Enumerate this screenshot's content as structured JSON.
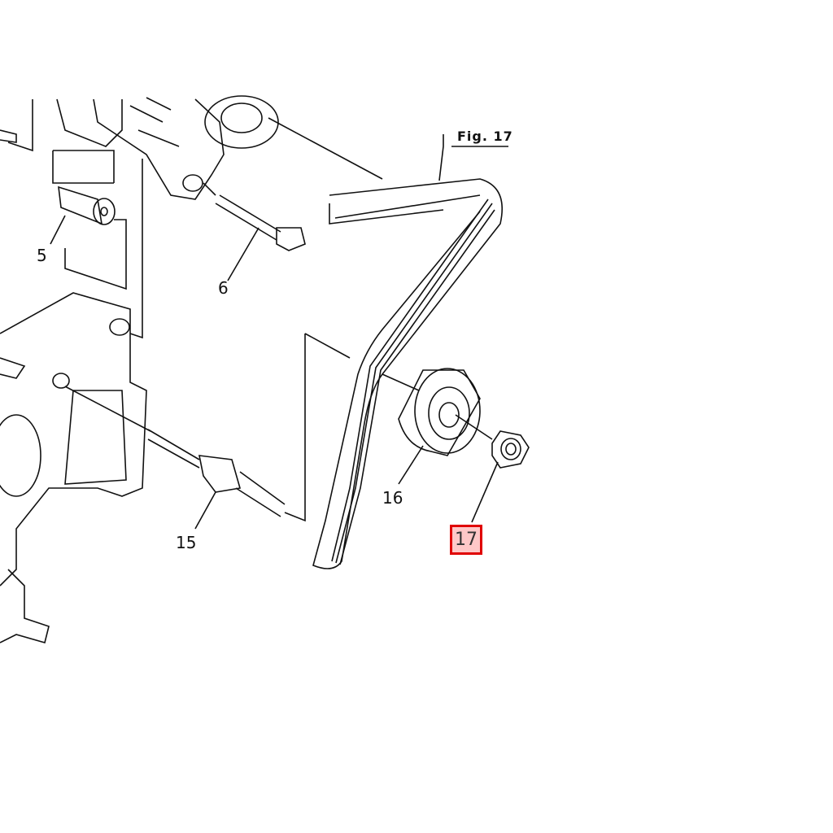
{
  "figure_label": "Fig. 17",
  "callouts": [
    {
      "id": "5",
      "part": "spacer"
    },
    {
      "id": "6",
      "part": "bolt"
    },
    {
      "id": "15",
      "part": "stud"
    },
    {
      "id": "16",
      "part": "idler-pulley"
    },
    {
      "id": "17",
      "part": "nut",
      "highlighted": true
    }
  ],
  "colors": {
    "highlight_border": "#e00000",
    "highlight_fill": "#ffc8c8",
    "line": "#111111"
  }
}
